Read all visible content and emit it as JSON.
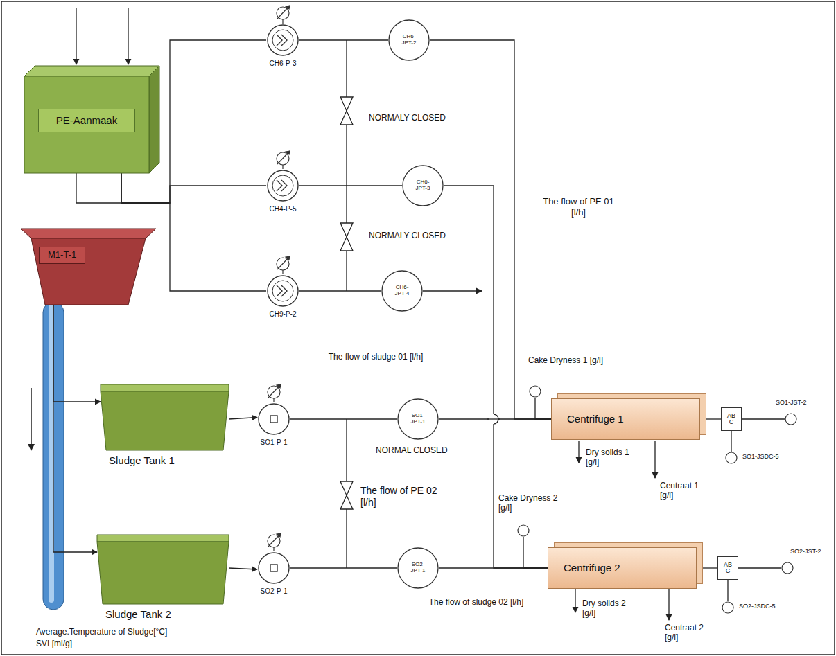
{
  "diagram": {
    "nodes": [
      {
        "text": [
          "PE-Aanmaak"
        ]
      },
      {
        "text": [
          "CH6-P-3"
        ]
      },
      {
        "text": [
          "CH6- JPT-2"
        ]
      },
      {
        "text": [
          "CH4-P-5"
        ]
      },
      {
        "text": [
          "CH6- JPT-3"
        ]
      },
      {
        "text": [
          "CH9-P-2"
        ]
      },
      {
        "text": [
          "CH6- JPT-4"
        ]
      },
      {
        "text": [
          "M1-T-1"
        ]
      },
      {
        "text": [
          "Sludge Tank 1"
        ]
      },
      {
        "text": [
          "SO1-P-1"
        ]
      },
      {
        "text": [
          "SO1- JPT-1"
        ]
      },
      {
        "text": [
          "Sludge Tank 2"
        ]
      },
      {
        "text": [
          "SO2-P-1"
        ]
      },
      {
        "text": [
          "SO2- JPT-1"
        ]
      },
      {
        "text": [
          "Centrifuge 1"
        ]
      },
      {
        "text": [
          "Centrifuge 2"
        ]
      },
      {
        "text": [
          "AB C"
        ]
      },
      {
        "text": [
          "AB C"
        ]
      },
      {
        "text": [
          "Cake Dryness 1 [g/l]"
        ]
      },
      {
        "text": [
          "Cake Dryness 2 [g/l]"
        ]
      },
      {
        "text": [
          "SO1-JST-2"
        ]
      },
      {
        "text": [
          "SO1-JSDC-5"
        ]
      },
      {
        "text": [
          "SO2-JST-2"
        ]
      },
      {
        "text": [
          "SO2-JSDC-5"
        ]
      }
    ],
    "edges": [
      {
        "from": 0,
        "to": 1,
        "arrow": "none"
      },
      {
        "from": 0,
        "to": 3,
        "arrow": "none"
      },
      {
        "from": 0,
        "to": 5,
        "arrow": "none"
      },
      {
        "from": 1,
        "to": 2,
        "arrow": "none"
      },
      {
        "from": 3,
        "to": 4,
        "arrow": "none"
      },
      {
        "from": 5,
        "to": 6,
        "arrow": "none"
      },
      {
        "from": 2,
        "to": 14,
        "arrow": "none"
      },
      {
        "from": 4,
        "to": 15,
        "arrow": "none"
      },
      {
        "from": 7,
        "to": 8,
        "arrow": "to"
      },
      {
        "from": 7,
        "to": 11,
        "arrow": "to"
      },
      {
        "from": 8,
        "to": 9,
        "arrow": "to"
      },
      {
        "from": 9,
        "to": 10,
        "arrow": "none"
      },
      {
        "from": 10,
        "to": 14,
        "arrow": "none"
      },
      {
        "from": 11,
        "to": 12,
        "arrow": "to"
      },
      {
        "from": 12,
        "to": 13,
        "arrow": "none"
      },
      {
        "from": 13,
        "to": 15,
        "arrow": "none"
      },
      {
        "from": 18,
        "to": 14,
        "arrow": "none"
      },
      {
        "from": 19,
        "to": 15,
        "arrow": "none"
      },
      {
        "from": 14,
        "to": 16,
        "arrow": "none"
      },
      {
        "from": 16,
        "to": 20,
        "arrow": "none"
      },
      {
        "from": 16,
        "to": 21,
        "arrow": "none"
      },
      {
        "from": 15,
        "to": 17,
        "arrow": "none"
      },
      {
        "from": 17,
        "to": 22,
        "arrow": "none"
      },
      {
        "from": 17,
        "to": 23,
        "arrow": "none"
      }
    ],
    "labels": [
      "NORMALY CLOSED",
      "NORMALY CLOSED",
      "The flow of PE 01 [l/h]",
      "The flow of sludge 01 [l/h]",
      "NORMAL CLOSED",
      "The flow of PE 02 [l/h]",
      "Dry solids 1 [g/l]",
      "Centraat 1 [g/l]",
      "Dry solids 2 [g/l]",
      "Centraat 2 [g/l]",
      "The flow of sludge 02 [l/h]",
      "Average.Temperature of Sludge[°C]",
      "SVI [ml/g]"
    ]
  }
}
